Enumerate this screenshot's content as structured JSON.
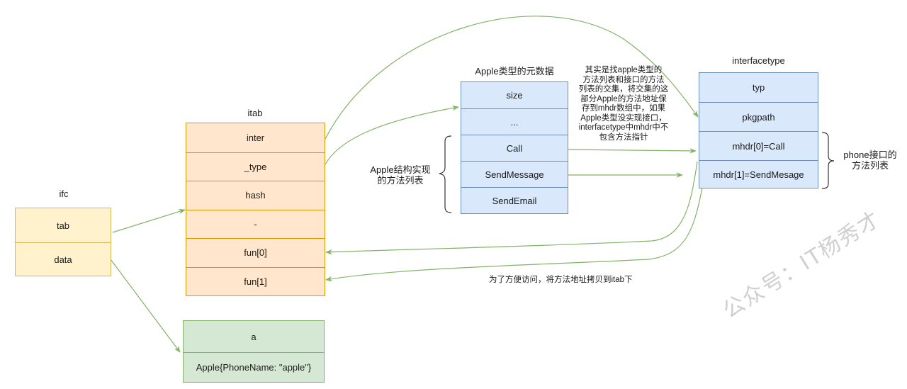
{
  "diagram": {
    "ifc": {
      "title": "ifc",
      "fields": [
        "tab",
        "data"
      ]
    },
    "itab": {
      "title": "itab",
      "fields": [
        "inter",
        "_type",
        "hash",
        "-",
        "fun[0]",
        "fun[1]"
      ]
    },
    "value": {
      "fields": [
        "a",
        "Apple{PhoneName: \"apple\"}"
      ]
    },
    "apple_type": {
      "title": "Apple类型的元数据",
      "fields": [
        "size",
        "...",
        "Call",
        "SendMessage",
        "SendEmail"
      ],
      "brace_label_lines": [
        "Apple结构实现",
        "的方法列表"
      ]
    },
    "interfacetype": {
      "title": "interfacetype",
      "fields": [
        "typ",
        "pkgpath",
        "mhdr[0]=Call",
        "mhdr[1]=SendMesage"
      ],
      "brace_label_lines": [
        "phone接口的",
        "方法列表"
      ]
    },
    "note_intersection_lines": [
      "其实是找apple类型的",
      "方法列表和接口的方法",
      "列表的交集，将交集的这",
      "部分Apple的方法地址保",
      "存到mhdr数组中，如果",
      "Apple类型没实现接口，",
      "interfacetype中mhdr中不",
      "包含方法指针"
    ],
    "note_copy": "为了方便访问，将方法地址拷贝到itab下",
    "watermark": "公众号：IT杨秀才",
    "colors": {
      "arrow": "#82b366",
      "yellow_fill": "#fff2cc",
      "orange_fill": "#ffe6cc",
      "blue_fill": "#dae8fc",
      "green_fill": "#d5e8d4"
    }
  }
}
